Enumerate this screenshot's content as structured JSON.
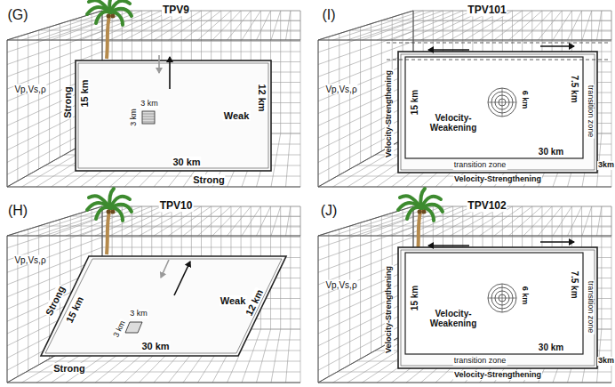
{
  "diagram": {
    "labels": [
      "(G)",
      "TPV9",
      "Vp,Vs,ρ",
      "Strong",
      "15 km",
      "3 km",
      "3 km",
      "Weak",
      "12 km",
      "30 km",
      "Strong",
      "(I)",
      "TPV101",
      "Vp,Vs,ρ",
      "Velocity-Strengthening",
      "15 km",
      "Velocity-Weakening",
      "6 km",
      "7.5 km",
      "transition zone",
      "30 km",
      "transition zone",
      "3km",
      "Velocity-Strengthening",
      "(H)",
      "TPV10",
      "Vp,Vs,ρ",
      "Strong",
      "15 km",
      "3 km",
      "3 km",
      "Weak",
      "12 km",
      "Strong",
      "30 km",
      "(J)",
      "TPV102",
      "Vp,Vs,ρ",
      "Velocity-Strengthening",
      "15 km",
      "Velocity-Weakening",
      "6 km",
      "7.5 km",
      "transition zone",
      "transition zone",
      "30 km",
      "3km",
      "Velocity-Strengthening"
    ]
  }
}
